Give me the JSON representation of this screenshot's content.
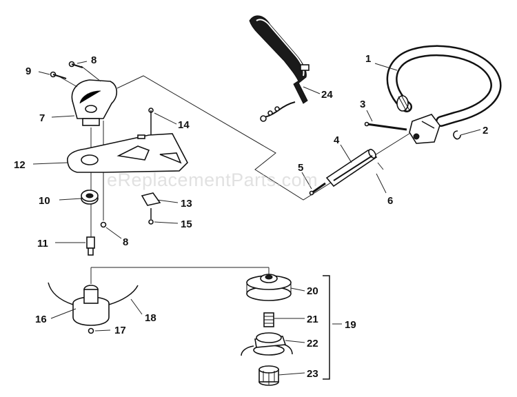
{
  "watermark": "eReplacementParts.com",
  "labels": {
    "p1": "1",
    "p2": "2",
    "p3": "3",
    "p4": "4",
    "p5": "5",
    "p6": "6",
    "p7": "7",
    "p8a": "8",
    "p8b": "8",
    "p9": "9",
    "p10": "10",
    "p11": "11",
    "p12": "12",
    "p13": "13",
    "p14": "14",
    "p15": "15",
    "p16": "16",
    "p17": "17",
    "p18": "18",
    "p19": "19",
    "p20": "20",
    "p21": "21",
    "p22": "22",
    "p23": "23",
    "p24": "24"
  }
}
